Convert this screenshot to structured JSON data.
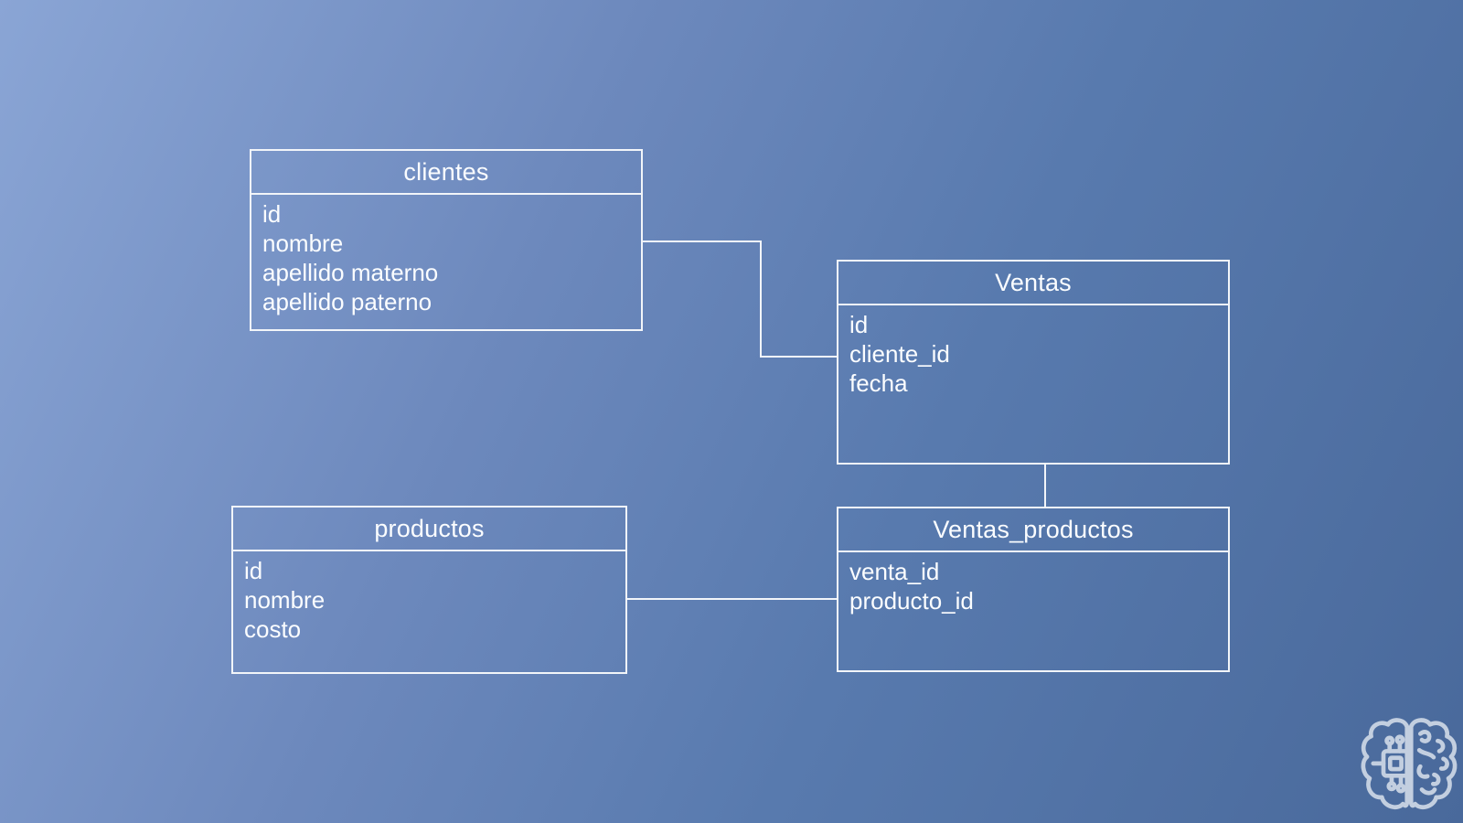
{
  "diagram": {
    "type": "entity-relationship",
    "tables": [
      {
        "title": "clientes",
        "fields": [
          "id",
          "nombre",
          "apellido materno",
          "apellido paterno"
        ]
      },
      {
        "title": "Ventas",
        "fields": [
          "id",
          "cliente_id",
          "fecha"
        ]
      },
      {
        "title": "productos",
        "fields": [
          "id",
          "nombre",
          "costo"
        ]
      },
      {
        "title": "Ventas_productos",
        "fields": [
          "venta_id",
          "producto_id"
        ]
      }
    ],
    "relationships": [
      {
        "from": "clientes",
        "to": "Ventas",
        "style": "elbow"
      },
      {
        "from": "Ventas",
        "to": "Ventas_productos",
        "style": "straight"
      },
      {
        "from": "productos",
        "to": "Ventas_productos",
        "style": "straight"
      }
    ],
    "colors": {
      "background_start": "#8aa5d5",
      "background_end": "#49699b",
      "box_border": "#f2f5f9",
      "text": "#fbfdff",
      "line": "#f2f5f9",
      "logo": "#c3cfe0"
    },
    "logo": "ai-brain-icon"
  }
}
